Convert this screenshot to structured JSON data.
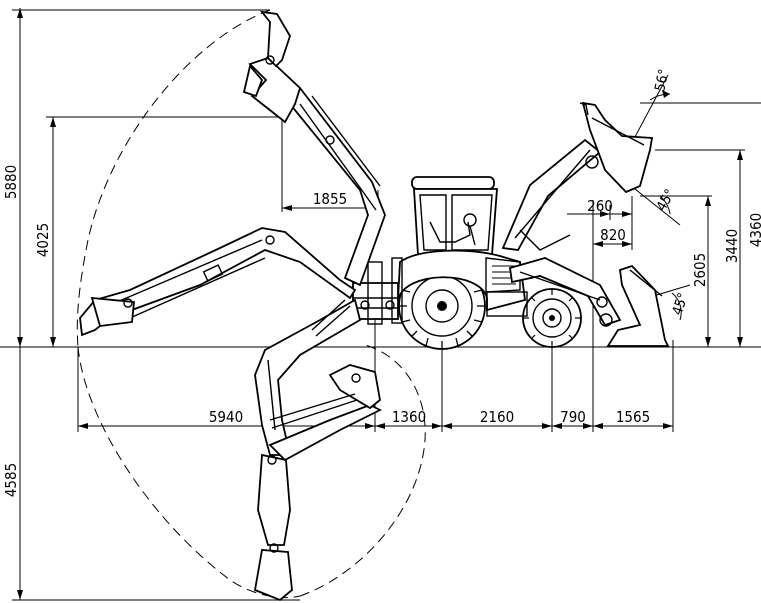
{
  "dimensions": {
    "total_height": "5880",
    "max_dig_depth": "4585",
    "loading_height_backhoe": "4025",
    "boom_offset": "1855",
    "reach_backhoe": "5940",
    "rear_overhang": "1360",
    "wheelbase": "2160",
    "front_axle_offset": "790",
    "front_bucket_reach": "1565",
    "bucket_lift_offset": "260",
    "bucket_reach_at_dump": "820",
    "loader_hinge_height": "4360",
    "loader_dump_clearance": "3440",
    "loader_dump_height": "2605"
  },
  "angles": {
    "rollback_top": "56°",
    "dump_angle": "45°",
    "rollback_ground": "45°"
  }
}
